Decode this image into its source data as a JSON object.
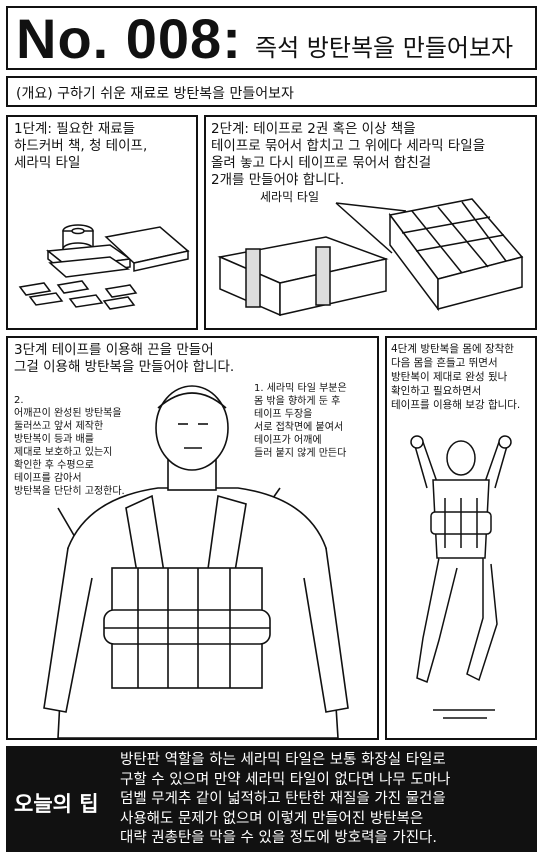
{
  "header": {
    "number": "No. 008:",
    "title": "즉석 방탄복을 만들어보자"
  },
  "summary": "(개요) 구하기 쉬운 재료로 방탄복을 만들어보자",
  "step1": {
    "text": "1단계: 필요한 재료들\n하드커버 책, 청 테이프,\n세라믹 타일"
  },
  "step2": {
    "text": "2단계: 테이프로 2권 혹은 이상 책을\n테이프로 묶어서 합치고 그 위에다 세라믹 타일을\n올려 놓고 다시 테이프로 묶어서 합친걸\n2개를 만들어야 합니다.",
    "tile_label": "세라믹 타일"
  },
  "step3": {
    "text": "3단계 테이프를 이용해 끈을 만들어\n그걸 이용해 방탄복을 만들어야 합니다.",
    "note_left": "2.\n어깨끈이 완성된 방탄복을\n둘러쓰고 앞서 제작한\n방탄복이 등과 배를\n제대로 보호하고 있는지\n확인한 후 수평으로\n테이프를 감아서\n방탄복을 단단히 고정한다.",
    "note_right": "1. 세라믹 타일 부분은\n몸 밖을 향하게 둔 후\n테이프 두장을\n서로 접착면에 붙여서\n테이프가 어깨에\n들러 붙지 않게 만든다"
  },
  "step4": {
    "text": "4단계 방탄복을 몸에 장착한\n다음 몸을 흔들고 뛰면서\n방탄복이 제대로 완성 됬나\n확인하고 필요하면서\n테이프를 이용해 보강 합니다."
  },
  "tip": {
    "label": "오늘의 팁",
    "text": "방탄판 역할을 하는 세라믹 타일은 보통 화장실 타일로\n구할 수 있으며 만약 세라믹 타일이 없다면 나무 도마나\n덤벨 무게추 같이 넓적하고 탄탄한 재질을 가진 물건을\n사용해도 문제가 없으며 이렇게 만들어진 방탄복은\n대략 권총탄을 막을 수 있을 정도에 방호력을 가진다."
  }
}
